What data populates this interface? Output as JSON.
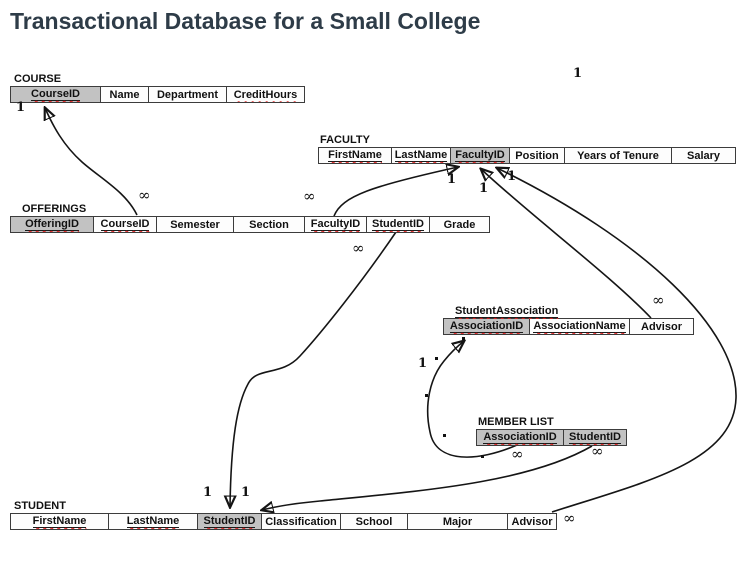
{
  "title": "Transactional Database for a Small College",
  "colors": {
    "title": "#2e3c48",
    "key_cell_bg": "#c2c2c2",
    "spellcheck_wavy": "#e02020",
    "line": "#151515"
  },
  "cardinality_glyphs": {
    "one": "1",
    "many": "∞"
  },
  "stray_label": "1",
  "tables": {
    "course": {
      "label": "COURSE",
      "columns": [
        "CourseID",
        "Name",
        "Department",
        "CreditHours"
      ],
      "key_columns": [
        "CourseID"
      ]
    },
    "faculty": {
      "label": "FACULTY",
      "columns": [
        "FirstName",
        "LastName",
        "FacultyID",
        "Position",
        "Years of Tenure",
        "Salary"
      ],
      "key_columns": [
        "FacultyID"
      ]
    },
    "offerings": {
      "label": "OFFERINGS",
      "columns": [
        "OfferingID",
        "CourseID",
        "Semester",
        "Section",
        "FacultyID",
        "StudentID",
        "Grade"
      ],
      "key_columns": [
        "OfferingID"
      ]
    },
    "student_association": {
      "label": "StudentAssociation",
      "columns": [
        "AssociationID",
        "AssociationName",
        "Advisor"
      ],
      "key_columns": [
        "AssociationID"
      ]
    },
    "member_list": {
      "label": "MEMBER LIST",
      "columns": [
        "AssociationID",
        "StudentID"
      ],
      "key_columns": [
        "AssociationID",
        "StudentID"
      ]
    },
    "student": {
      "label": "STUDENT",
      "columns": [
        "FirstName",
        "LastName",
        "StudentID",
        "Classification",
        "School",
        "Major",
        "Advisor"
      ],
      "key_columns": [
        "StudentID"
      ]
    }
  },
  "relationships": [
    {
      "from": "OFFERINGS.CourseID",
      "to": "COURSE.CourseID",
      "from_card": "∞",
      "to_card": "1"
    },
    {
      "from": "OFFERINGS.FacultyID",
      "to": "FACULTY.FacultyID",
      "from_card": "∞",
      "to_card": "1"
    },
    {
      "from": "OFFERINGS.StudentID",
      "to": "STUDENT.StudentID",
      "from_card": "∞",
      "to_card": "1"
    },
    {
      "from": "StudentAssociation.Advisor",
      "to": "FACULTY.FacultyID",
      "from_card": "∞",
      "to_card": "1"
    },
    {
      "from": "STUDENT.Advisor",
      "to": "FACULTY.FacultyID",
      "from_card": "∞",
      "to_card": "1"
    },
    {
      "from": "MEMBER LIST.AssociationID",
      "to": "StudentAssociation.AssociationID",
      "from_card": "∞",
      "to_card": "1"
    },
    {
      "from": "MEMBER LIST.StudentID",
      "to": "STUDENT.StudentID",
      "from_card": "∞",
      "to_card": "1"
    }
  ]
}
